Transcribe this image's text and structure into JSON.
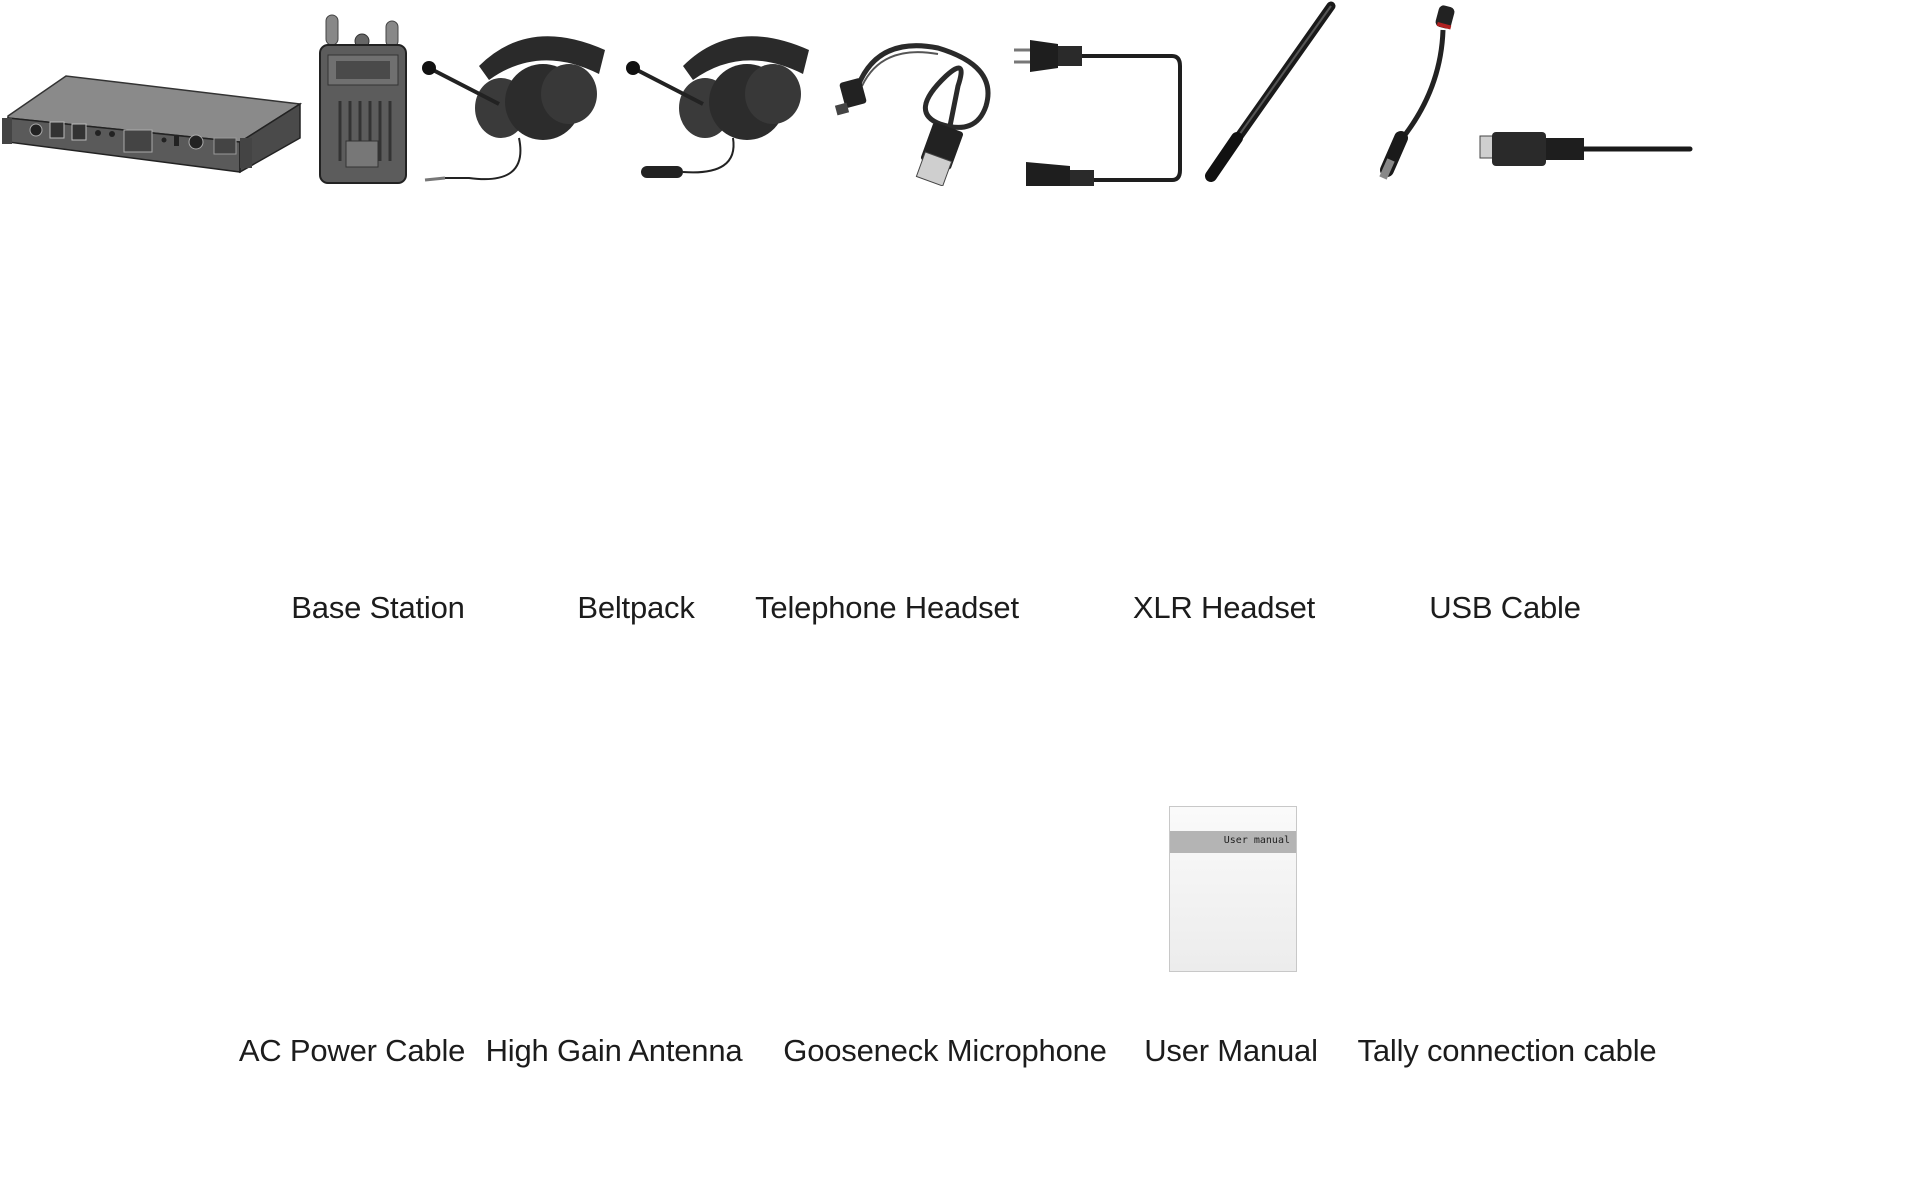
{
  "row1": [
    {
      "id": "base-station",
      "label": "Base Station"
    },
    {
      "id": "beltpack",
      "label": "Beltpack"
    },
    {
      "id": "telephone-headset",
      "label": "Telephone Headset"
    },
    {
      "id": "xlr-headset",
      "label": "XLR Headset"
    },
    {
      "id": "usb-cable",
      "label": "USB Cable"
    }
  ],
  "row2": [
    {
      "id": "ac-power-cable",
      "label": "AC Power Cable"
    },
    {
      "id": "high-gain-antenna",
      "label": "High Gain Antenna"
    },
    {
      "id": "gooseneck-microphone",
      "label": "Gooseneck Microphone"
    },
    {
      "id": "user-manual",
      "label": "User Manual",
      "cover_text": "User manual"
    },
    {
      "id": "tally-connection-cable",
      "label": "Tally connection cable"
    }
  ]
}
